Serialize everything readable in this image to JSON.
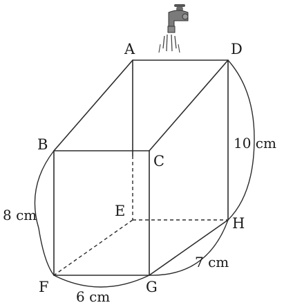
{
  "figure": {
    "vertices": {
      "A": "A",
      "B": "B",
      "C": "C",
      "D": "D",
      "E": "E",
      "F": "F",
      "G": "G",
      "H": "H"
    },
    "measurements": {
      "height_left": "8 cm",
      "height_right": "10 cm",
      "bottom_front": "6 cm",
      "bottom_side": "7 cm"
    },
    "icon": "water-faucet-icon"
  }
}
